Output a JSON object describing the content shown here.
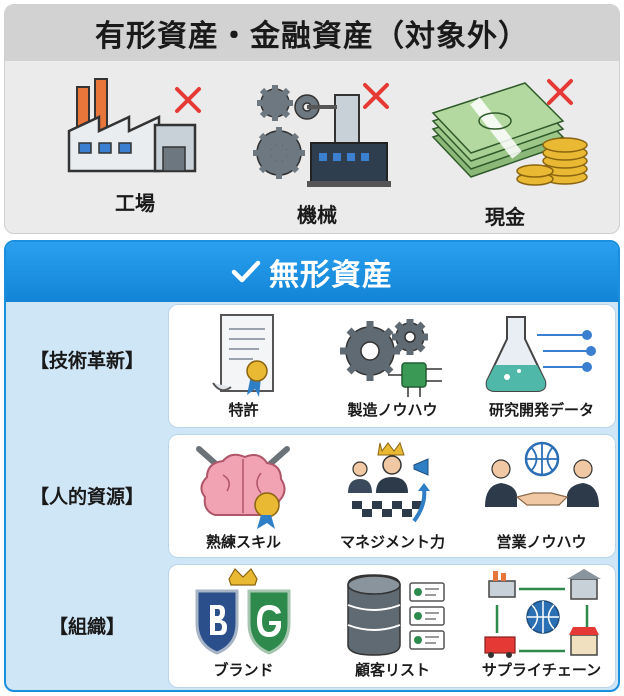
{
  "tangible": {
    "title": "有形資産・金融資産（対象外）",
    "items": [
      {
        "label": "工場",
        "icon": "factory-icon"
      },
      {
        "label": "機械",
        "icon": "machinery-icon"
      },
      {
        "label": "現金",
        "icon": "cash-icon"
      }
    ],
    "cross_icon": "cross-icon",
    "cross_color": "#e53935"
  },
  "intangible": {
    "title": "無形資産",
    "check_icon": "check-icon",
    "accent_color": "#1a8fde",
    "categories": [
      {
        "label": "【技術革新】",
        "items": [
          {
            "label": "特許",
            "icon": "patent-certificate-icon"
          },
          {
            "label": "製造ノウハウ",
            "icon": "gears-chip-icon"
          },
          {
            "label": "研究開発データ",
            "icon": "flask-data-icon"
          }
        ]
      },
      {
        "label": "【人的資源】",
        "items": [
          {
            "label": "熟練スキル",
            "icon": "brain-tools-icon"
          },
          {
            "label": "マネジメント力",
            "icon": "leader-chess-icon"
          },
          {
            "label": "営業ノウハウ",
            "icon": "handshake-globe-icon"
          }
        ]
      },
      {
        "label": "【組織】",
        "items": [
          {
            "label": "ブランド",
            "icon": "brand-shields-icon"
          },
          {
            "label": "顧客リスト",
            "icon": "database-contacts-icon"
          },
          {
            "label": "サプライチェーン",
            "icon": "supply-chain-icon"
          }
        ]
      }
    ]
  }
}
